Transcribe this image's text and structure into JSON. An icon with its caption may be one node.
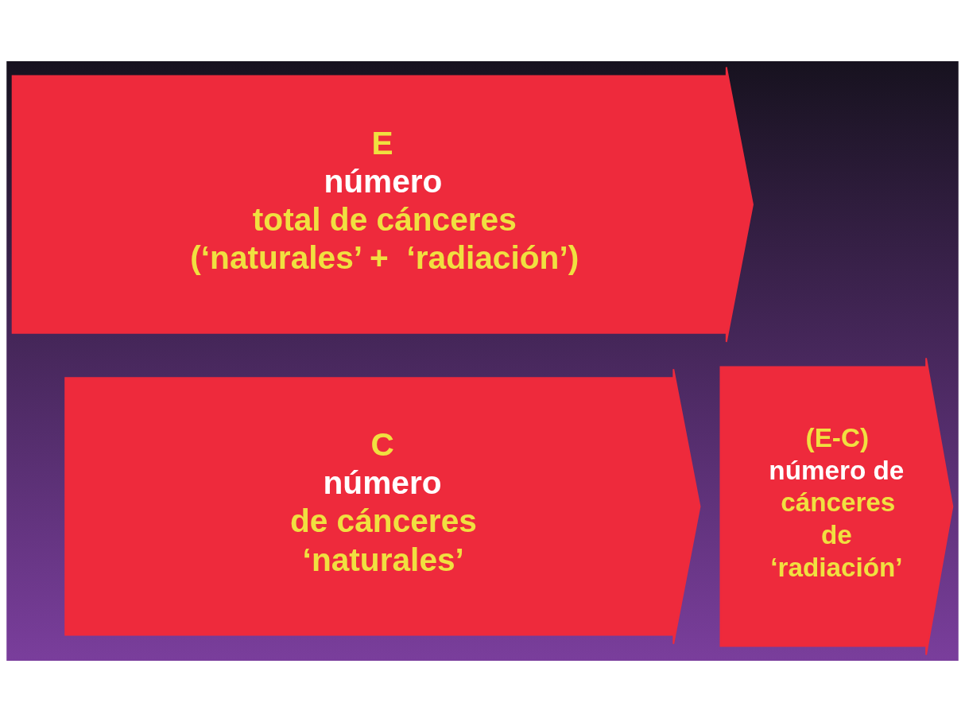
{
  "diagram": {
    "nodes": [
      {
        "text": [
          "E",
          "número",
          "total de cánceres",
          "(‘naturales’ +  ‘radiación’)"
        ]
      },
      {
        "text": [
          "C",
          "número",
          "de cánceres",
          "‘naturales’"
        ]
      },
      {
        "text": [
          "(E-C)",
          "número de",
          "cánceres",
          "de",
          "‘radiación’"
        ]
      }
    ]
  }
}
